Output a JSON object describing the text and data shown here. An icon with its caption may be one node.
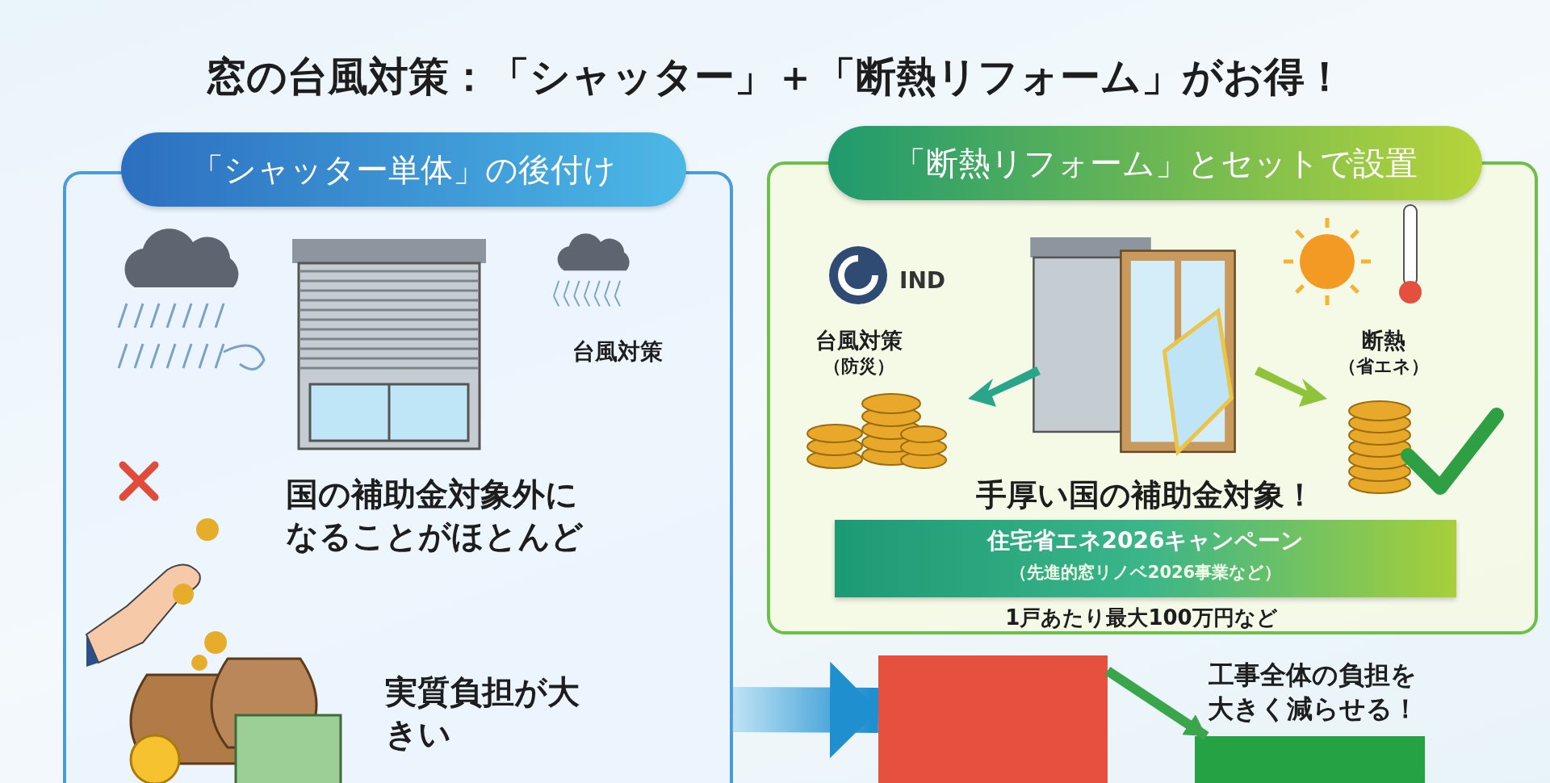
{
  "diagram": {
    "title": "窓の台風対策：「シャッター」＋「断熱リフォーム」がお得！",
    "nodes": [
      {
        "text": [
          "台風対策",
          "国の補助金対象外になることがほとんど",
          "実質負担が大きい"
        ]
      },
      {
        "text": [
          "「シャッター単体」の後付け"
        ]
      },
      {
        "text": [
          "IND",
          "台風対策",
          "（防災）",
          "断熱",
          "（省エネ）",
          "手厚い国の補助金対象！",
          "1戸あたり最大**100**万円など"
        ]
      },
      {
        "text": [
          "「断熱リフォーム」とセットで設置"
        ]
      },
      {
        "text": [
          "住宅省エネ2026キャンペーン",
          "（先進的窓リノベ2026事業など）"
        ],
        "in": 2
      },
      {
        "text": [],
        "shape": "bar"
      },
      {
        "text": [],
        "shape": "bar"
      }
    ],
    "edges": [
      {
        "from": 0,
        "to": 5,
        "arrow": "to",
        "style": "thick"
      },
      {
        "from": 5,
        "to": 6,
        "arrow": "to"
      }
    ],
    "labels": [
      "工事全体の負担を大きく減らせる！"
    ]
  }
}
